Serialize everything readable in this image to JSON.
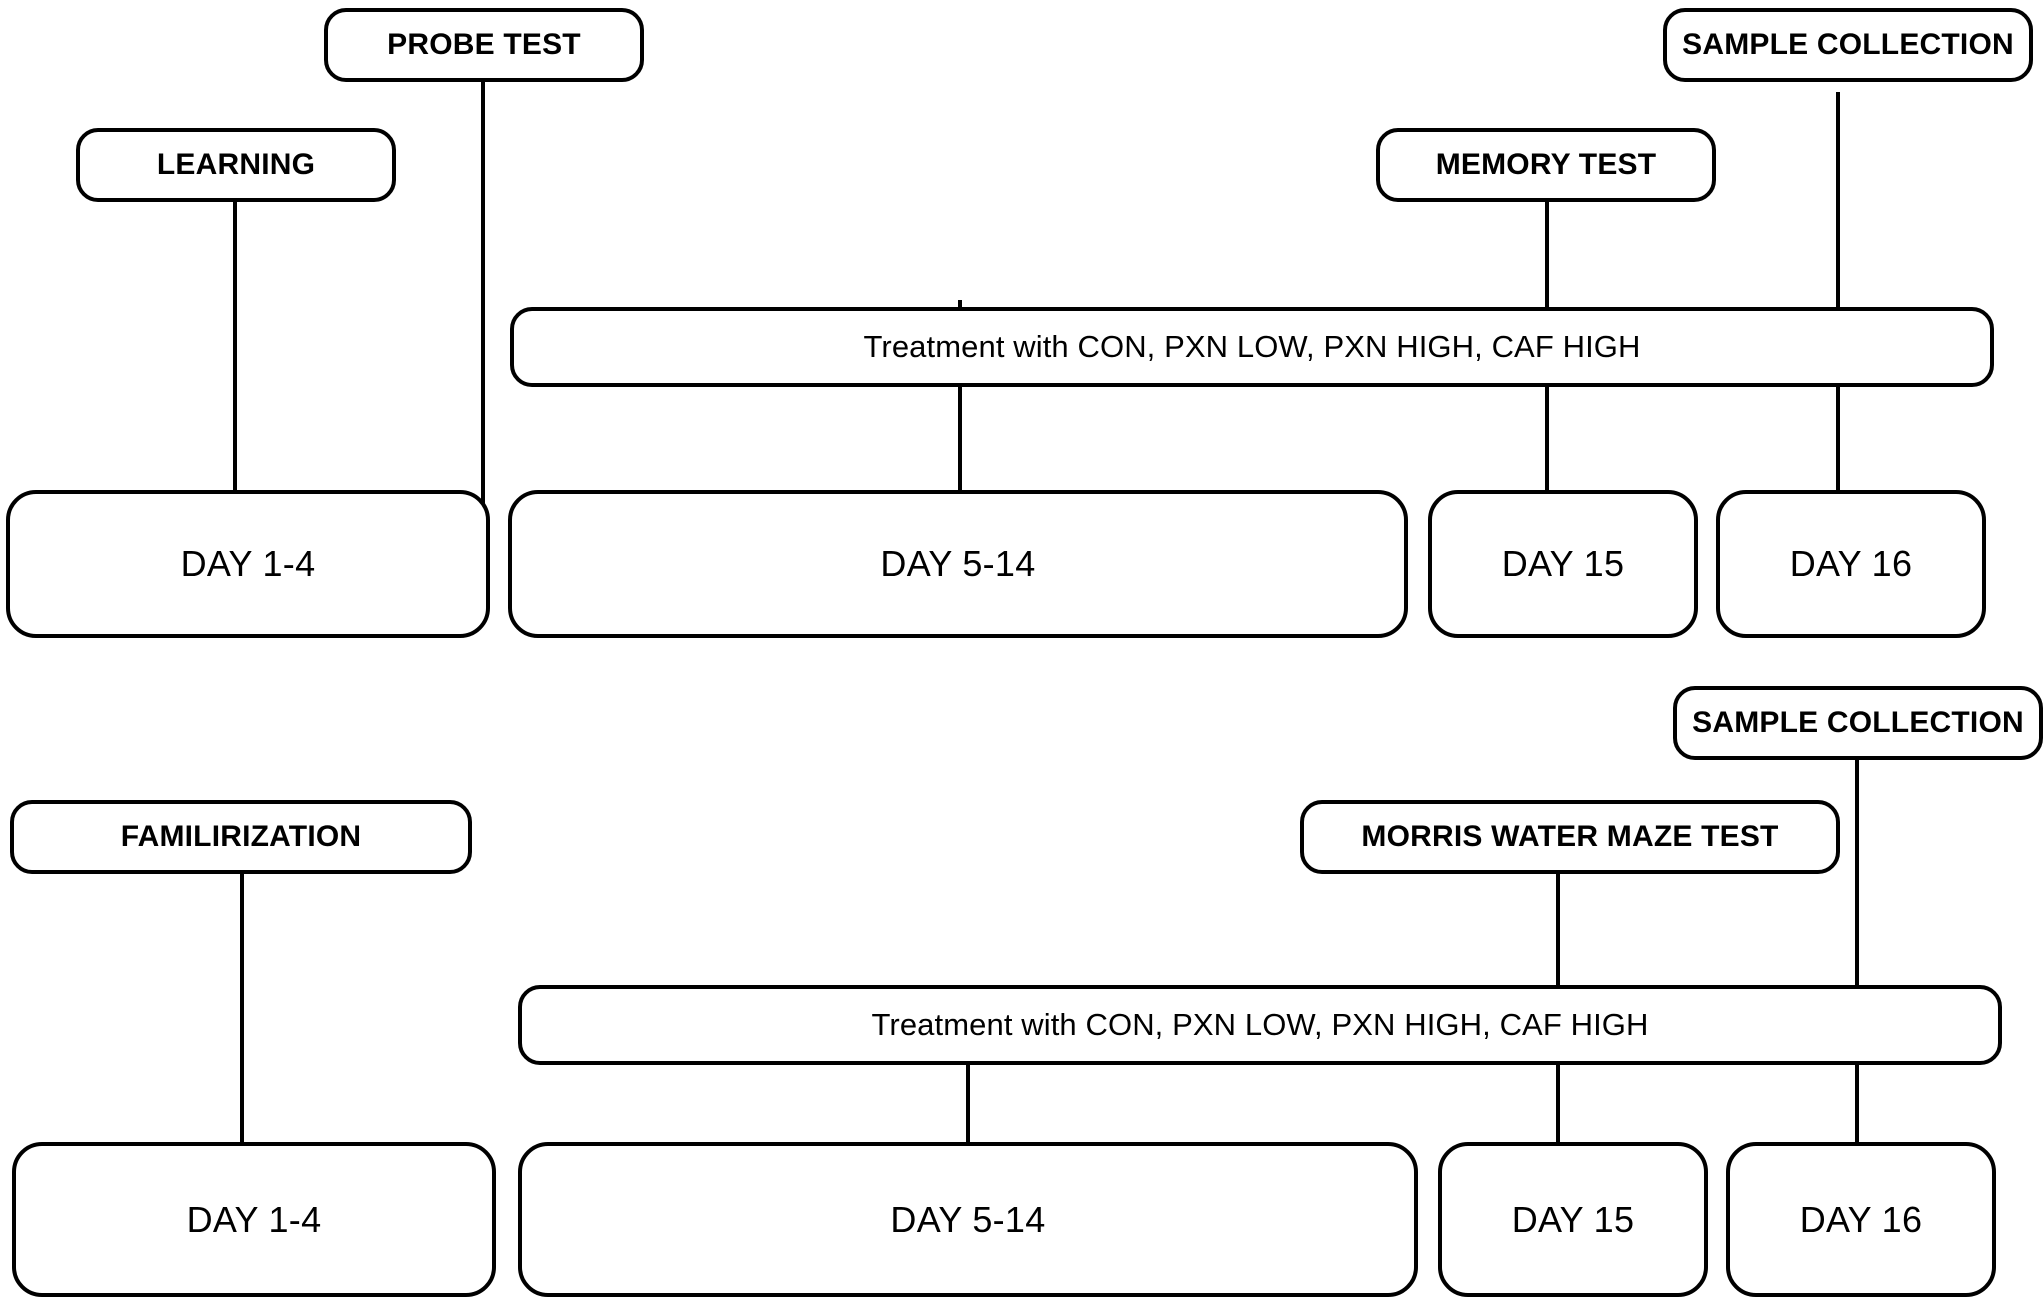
{
  "figure": {
    "type": "experimental-timeline-flowchart",
    "background_color": "#ffffff",
    "line_color": "#000000",
    "timelines": [
      {
        "id": "timeline-top",
        "events": [
          {
            "label": "PROBE TEST"
          },
          {
            "label": "LEARNING"
          },
          {
            "label": "MEMORY TEST"
          },
          {
            "label": "SAMPLE COLLECTION"
          }
        ],
        "treatment": {
          "label": "Treatment with CON, PXN LOW, PXN HIGH, CAF HIGH"
        },
        "days": [
          {
            "label": "DAY 1-4"
          },
          {
            "label": "DAY 5-14"
          },
          {
            "label": "DAY 15"
          },
          {
            "label": "DAY 16"
          }
        ]
      },
      {
        "id": "timeline-bottom",
        "events": [
          {
            "label": "SAMPLE COLLECTION"
          },
          {
            "label": "FAMILIRIZATION"
          },
          {
            "label": "MORRIS WATER MAZE TEST"
          }
        ],
        "treatment": {
          "label": "Treatment with CON, PXN LOW, PXN HIGH, CAF HIGH"
        },
        "days": [
          {
            "label": "DAY 1-4"
          },
          {
            "label": "DAY 5-14"
          },
          {
            "label": "DAY 15"
          },
          {
            "label": "DAY 16"
          }
        ]
      }
    ]
  }
}
